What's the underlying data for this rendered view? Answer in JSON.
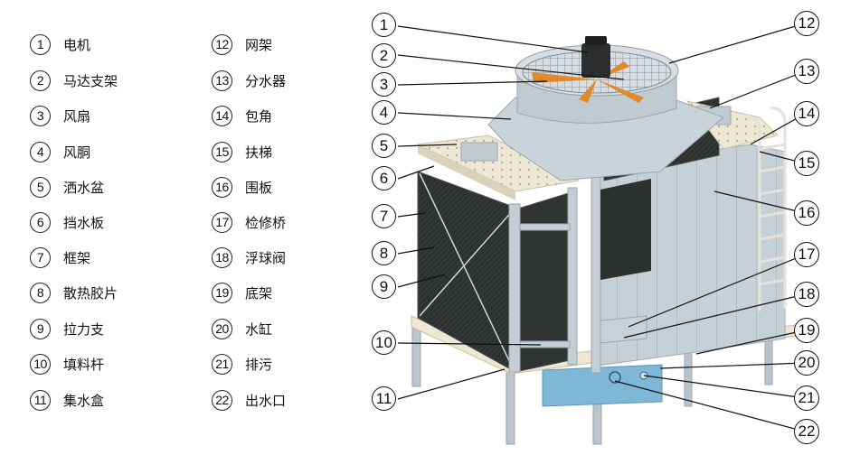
{
  "legend_left": [
    {
      "num": "1",
      "label": "电机"
    },
    {
      "num": "2",
      "label": "马达支架"
    },
    {
      "num": "3",
      "label": "风扇"
    },
    {
      "num": "4",
      "label": "风胴"
    },
    {
      "num": "5",
      "label": "洒水盆"
    },
    {
      "num": "6",
      "label": "挡水板"
    },
    {
      "num": "7",
      "label": "框架"
    },
    {
      "num": "8",
      "label": "散热胶片"
    },
    {
      "num": "9",
      "label": "拉力支"
    },
    {
      "num": "10",
      "label": "填料杆"
    },
    {
      "num": "11",
      "label": "集水盒"
    }
  ],
  "legend_right": [
    {
      "num": "12",
      "label": "网架"
    },
    {
      "num": "13",
      "label": "分水器"
    },
    {
      "num": "14",
      "label": "包角"
    },
    {
      "num": "15",
      "label": "扶梯"
    },
    {
      "num": "16",
      "label": "围板"
    },
    {
      "num": "17",
      "label": "检修桥"
    },
    {
      "num": "18",
      "label": "浮球阀"
    },
    {
      "num": "19",
      "label": "底架"
    },
    {
      "num": "20",
      "label": "水缸"
    },
    {
      "num": "21",
      "label": "排污"
    },
    {
      "num": "22",
      "label": "出水口"
    }
  ],
  "callouts_left": [
    "1",
    "2",
    "3",
    "4",
    "5",
    "6",
    "7",
    "8",
    "9",
    "10",
    "11"
  ],
  "callouts_right": [
    "12",
    "13",
    "14",
    "15",
    "16",
    "17",
    "18",
    "19",
    "20",
    "21",
    "22"
  ],
  "colors": {
    "panel": "#c9d3da",
    "panel_dark": "#a9b6bf",
    "fill_media": "#2b2f2e",
    "fan_blade": "#e08a2a",
    "basin": "#7fb7d6",
    "tray": "#eee7d3"
  }
}
